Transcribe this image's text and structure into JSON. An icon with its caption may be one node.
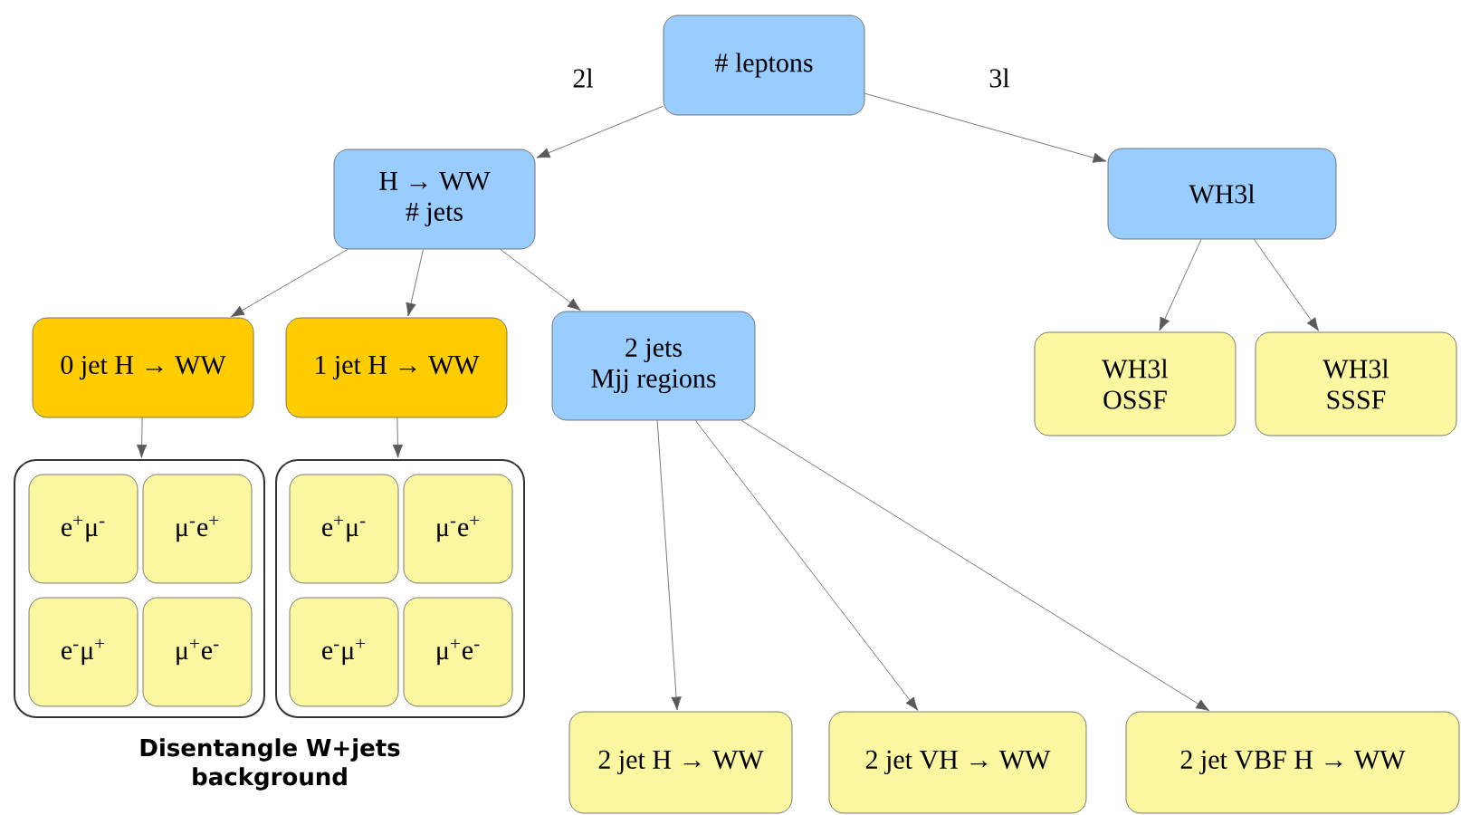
{
  "diagram": {
    "nodes": [
      {
        "text": [
          "# leptons"
        ]
      },
      {
        "text": [
          "H → WW",
          "# jets"
        ]
      },
      {
        "text": [
          "WH3l"
        ]
      },
      {
        "text": [
          "0 jet H → WW"
        ]
      },
      {
        "text": [
          "1 jet H → WW"
        ]
      },
      {
        "text": [
          "2 jets",
          "Mjj regions"
        ]
      },
      {
        "text": [
          "WH3l",
          "OSSF"
        ]
      },
      {
        "text": [
          "WH3l",
          "SSSF"
        ]
      },
      {
        "text": [],
        "shape": "box"
      },
      {
        "text": [
          "e$^{+}$μ$^{-}$"
        ],
        "in": 8
      },
      {
        "text": [
          "μ$^{-}$e$^{+}$"
        ],
        "in": 8
      },
      {
        "text": [
          "e$^{-}$μ$^{+}$"
        ],
        "in": 8
      },
      {
        "text": [
          "μ$^{+}$e$^{-}$"
        ],
        "in": 8
      },
      {
        "text": [],
        "shape": "box"
      },
      {
        "text": [
          "e$^{+}$μ$^{-}$"
        ],
        "in": 13
      },
      {
        "text": [
          "μ$^{-}$e$^{+}$"
        ],
        "in": 13
      },
      {
        "text": [
          "e$^{-}$μ$^{+}$"
        ],
        "in": 13
      },
      {
        "text": [
          "μ$^{+}$e$^{-}$"
        ],
        "in": 13
      },
      {
        "text": [
          "2 jet H → WW"
        ]
      },
      {
        "text": [
          "2 jet VH → WW"
        ]
      },
      {
        "text": [
          "2 jet VBF H → WW"
        ]
      }
    ],
    "edges": [
      {
        "from": 0,
        "to": 1,
        "arrow": "to",
        "label": "2l"
      },
      {
        "from": 0,
        "to": 2,
        "arrow": "to",
        "label": "3l"
      },
      {
        "from": 1,
        "to": 3,
        "arrow": "to"
      },
      {
        "from": 1,
        "to": 4,
        "arrow": "to"
      },
      {
        "from": 1,
        "to": 5,
        "arrow": "to"
      },
      {
        "from": 2,
        "to": 6,
        "arrow": "to"
      },
      {
        "from": 2,
        "to": 7,
        "arrow": "to"
      },
      {
        "from": 3,
        "to": 8,
        "arrow": "to"
      },
      {
        "from": 4,
        "to": 13,
        "arrow": "to"
      },
      {
        "from": 5,
        "to": 18,
        "arrow": "to"
      },
      {
        "from": 5,
        "to": 19,
        "arrow": "to"
      },
      {
        "from": 5,
        "to": 20,
        "arrow": "to"
      }
    ],
    "labels": [
      "Disentangle W+jets background"
    ]
  }
}
